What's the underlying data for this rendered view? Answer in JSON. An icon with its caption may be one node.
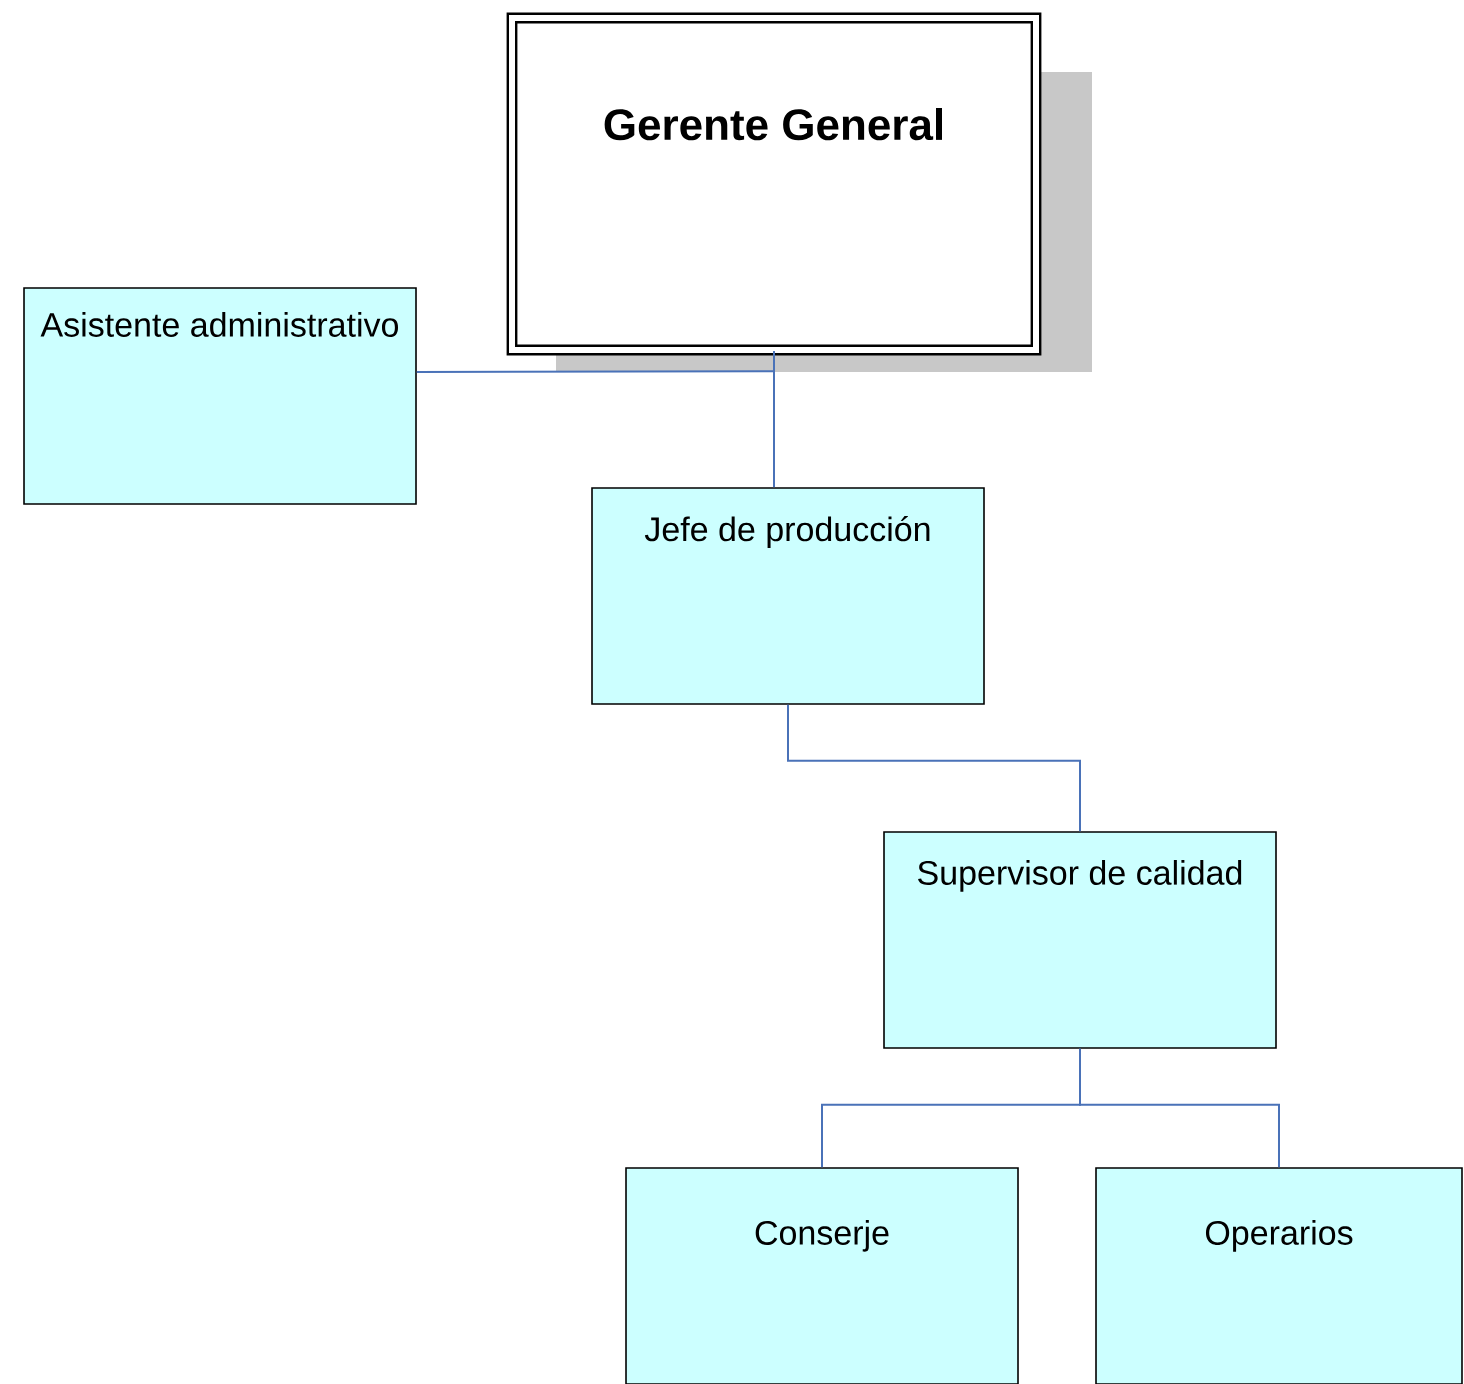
{
  "diagram": {
    "nodes": [
      {
        "text": [
          "Gerente General"
        ]
      },
      {
        "text": [
          "Asistente administrativo"
        ]
      },
      {
        "text": [
          "Jefe de producción"
        ]
      },
      {
        "text": [
          "Supervisor de calidad"
        ]
      },
      {
        "text": [
          "Conserje"
        ]
      },
      {
        "text": [
          "Operarios"
        ]
      }
    ],
    "edges": [
      {
        "from": 0,
        "to": 1,
        "arrow": "none"
      },
      {
        "from": 0,
        "to": 2,
        "arrow": "none"
      },
      {
        "from": 2,
        "to": 3,
        "arrow": "none"
      },
      {
        "from": 3,
        "to": 4,
        "arrow": "none"
      },
      {
        "from": 3,
        "to": 5,
        "arrow": "none"
      }
    ]
  }
}
